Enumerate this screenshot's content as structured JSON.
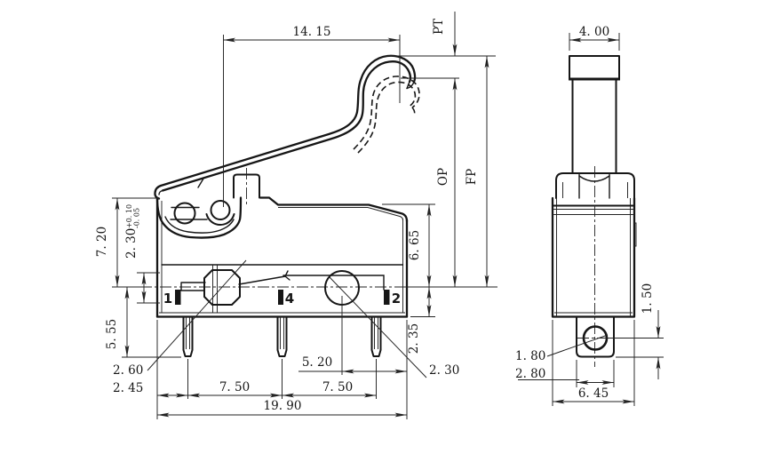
{
  "drawing": {
    "type_note": "micro switch lever type outline drawing, two views",
    "colors": {
      "line": "#161616",
      "background": "#ffffff"
    },
    "front_view": {
      "lever_length": "14. 15",
      "pretravel_label": "PT",
      "operating_position_label": "OP",
      "free_position_label": "FP",
      "top_to_center_height": "7. 20",
      "terminal_zone_height": {
        "base": "2. 30",
        "plus": "+0. 10",
        "minus": "-0. 05"
      },
      "pin_length": "5. 55",
      "body_upper_height": "6. 65",
      "center_to_bottom": "2. 35",
      "left_hole_dia": "2. 60",
      "edge_to_first_pin": "2. 45",
      "pin_pitch_left": "7. 50",
      "pin_pitch_right": "7. 50",
      "hole_to_edge": "5. 20",
      "total_width": "19. 90",
      "right_hole_dia": "2. 30",
      "terminals": {
        "common": "1",
        "normally_open": "4",
        "normally_closed": "2"
      }
    },
    "side_view": {
      "lever_width": "4. 00",
      "hole_center_to_tab_bottom": "1. 50",
      "tab_hole_dia": "1. 80",
      "tab_width": "2. 80",
      "body_depth": "6. 45"
    }
  }
}
